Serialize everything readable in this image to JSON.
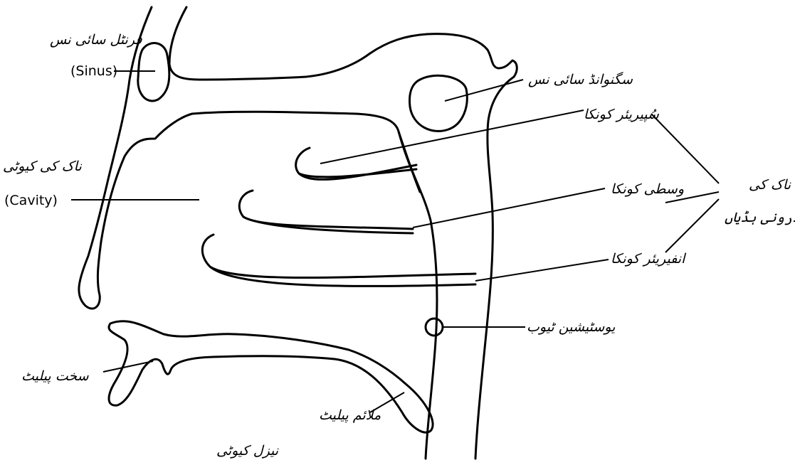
{
  "labels": {
    "frontal_sinus_urdu": "فرنٹل سائی نس",
    "sinus_english": "(Sinus)",
    "sphenoid_sinus_urdu": "سگنوانڈ سائی نس",
    "nasal_cavity_urdu": "ناک کی کیوٹی",
    "cavity_english": "(Cavity)",
    "superior_concha": "سُپیریئر کونکا",
    "middle_concha": "وسطی کونکا",
    "inferior_concha": "انفیریئر کونکا",
    "nasal_bones_line1": "ناک کی",
    "nasal_bones_line2": "اندرونی ہڈیاں",
    "eustachian_tube": "یوسٹیشین ٹیوب",
    "hard_palate": "سخت پیلیٹ",
    "soft_palate": "ملائم پیلیٹ",
    "nasal_cavity_bottom": "نیزل کیوٹی"
  }
}
